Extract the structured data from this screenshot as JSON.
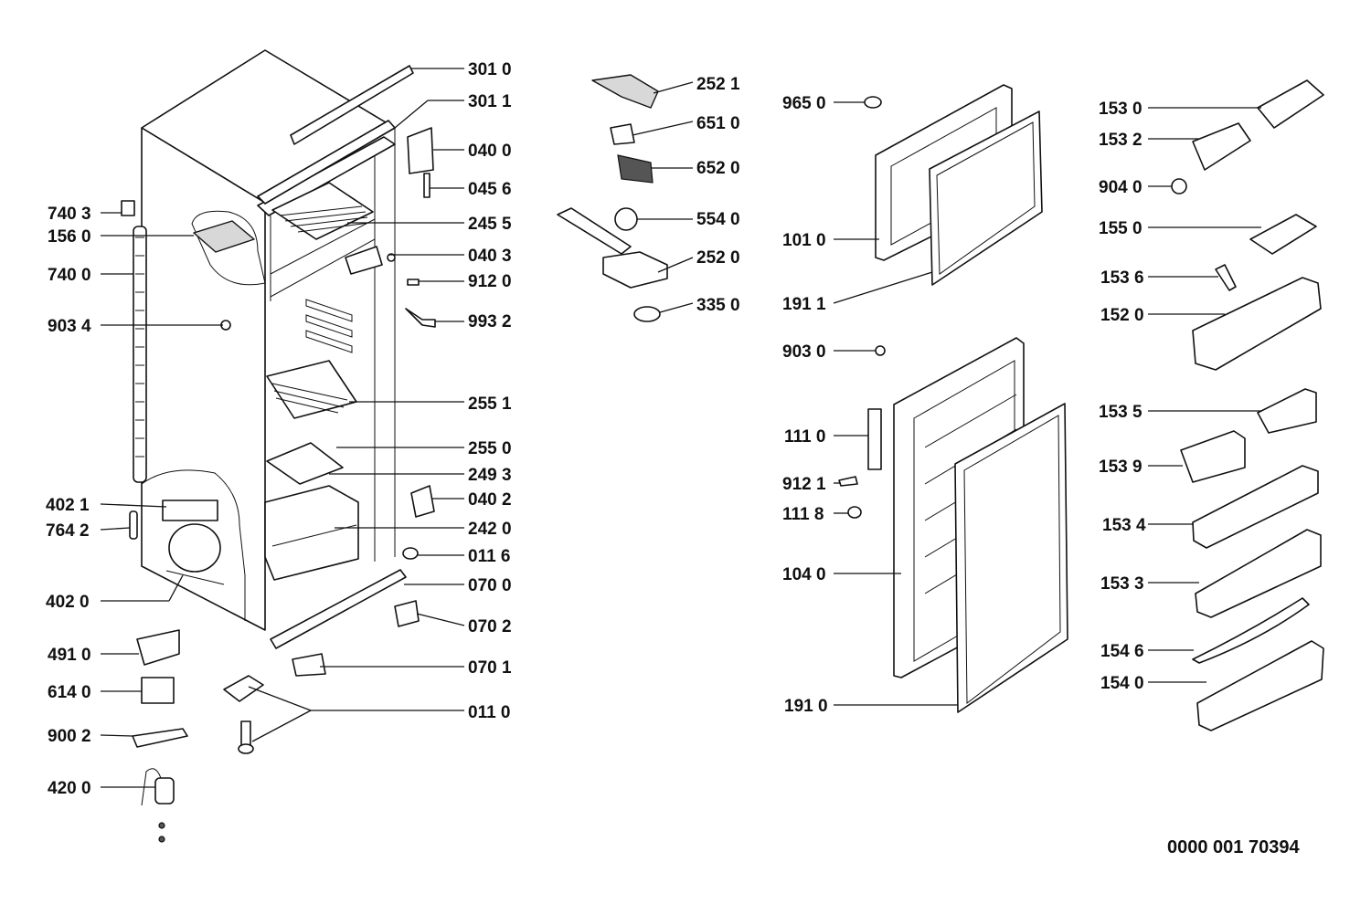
{
  "drawing_number": "0000 001 70394",
  "labels": {
    "l3010": "301 0",
    "l3011": "301 1",
    "l0400": "040 0",
    "l0456": "045 6",
    "l7403": "740 3",
    "l1560": "156 0",
    "l7400": "740 0",
    "l2455": "245 5",
    "l0403": "040 3",
    "l9120": "912 0",
    "l9034": "903 4",
    "l9932": "993 2",
    "l2551": "255 1",
    "l2550": "255 0",
    "l2493": "249 3",
    "l4021": "402 1",
    "l0402": "040 2",
    "l7642": "764 2",
    "l2420": "242 0",
    "l0116": "011 6",
    "l4020": "402 0",
    "l0700": "070 0",
    "l0702": "070 2",
    "l4910": "491 0",
    "l0701": "070 1",
    "l6140": "614 0",
    "l0110": "011 0",
    "l9002": "900 2",
    "l4200": "420 0",
    "l2521": "252 1",
    "l6510": "651 0",
    "l6520": "652 0",
    "l5540": "554 0",
    "l2520": "252 0",
    "l3350": "335 0",
    "l9650": "965 0",
    "l1010": "101 0",
    "l1911": "191 1",
    "l9030": "903 0",
    "l1110": "111 0",
    "l9121": "912 1",
    "l1118": "111 8",
    "l1040": "104 0",
    "l1910": "191 0",
    "l1530": "153 0",
    "l1532": "153 2",
    "l9040": "904 0",
    "l1550": "155 0",
    "l1536": "153 6",
    "l1520": "152 0",
    "l1535": "153 5",
    "l1539": "153 9",
    "l1534": "153 4",
    "l1533": "153 3",
    "l1546": "154 6",
    "l1540": "154 0"
  }
}
